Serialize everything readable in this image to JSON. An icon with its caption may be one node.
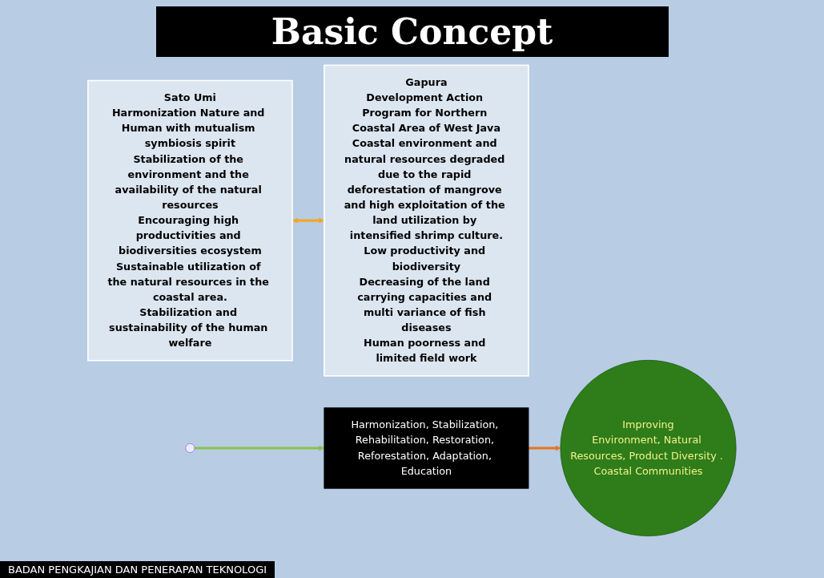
{
  "diagram": {
    "title": "Basic Concept",
    "nodes": [
      {
        "text": [
          "Sato Umi",
          "Harmonization Nature and Human with mutualism symbiosis spirit",
          "Stabilization of the environment and the availability of the natural resources",
          "Encouraging high productivities and biodiversities ecosystem",
          "Sustainable utilization of the natural resources in the coastal area.",
          "Stabilization and sustainability of the human welfare"
        ]
      },
      {
        "text": [
          "Gapura",
          "Development Action Program for Northern Coastal Area of West Java",
          "Coastal environment and natural resources degraded due to the rapid deforestation of mangrove and high exploitation of the land utilization by intensified shrimp culture.",
          "Low productivity and biodiversity",
          "Decreasing of the land carrying capacities and multi variance of fish diseases",
          "Human poorness and limited field work"
        ]
      },
      {
        "text": [
          "Harmonization, Stabilization, Rehabilitation, Restoration, Reforestation, Adaptation, Education"
        ]
      },
      {
        "text": [
          "Improving",
          "Environment, Natural Resources, Product Diversity . Coastal Communities"
        ]
      }
    ],
    "edges": [
      {
        "from": 0,
        "to": 1,
        "arrow": "both",
        "color": "#f5a623"
      },
      {
        "from": null,
        "to": 2,
        "arrow": "to",
        "color": "#8bc34a"
      },
      {
        "from": 2,
        "to": 3,
        "arrow": "to",
        "color": "#e8731a"
      }
    ],
    "labels": [
      "BADAN PENGKAJIAN DAN PENERAPAN TEKNOLOGI"
    ]
  }
}
